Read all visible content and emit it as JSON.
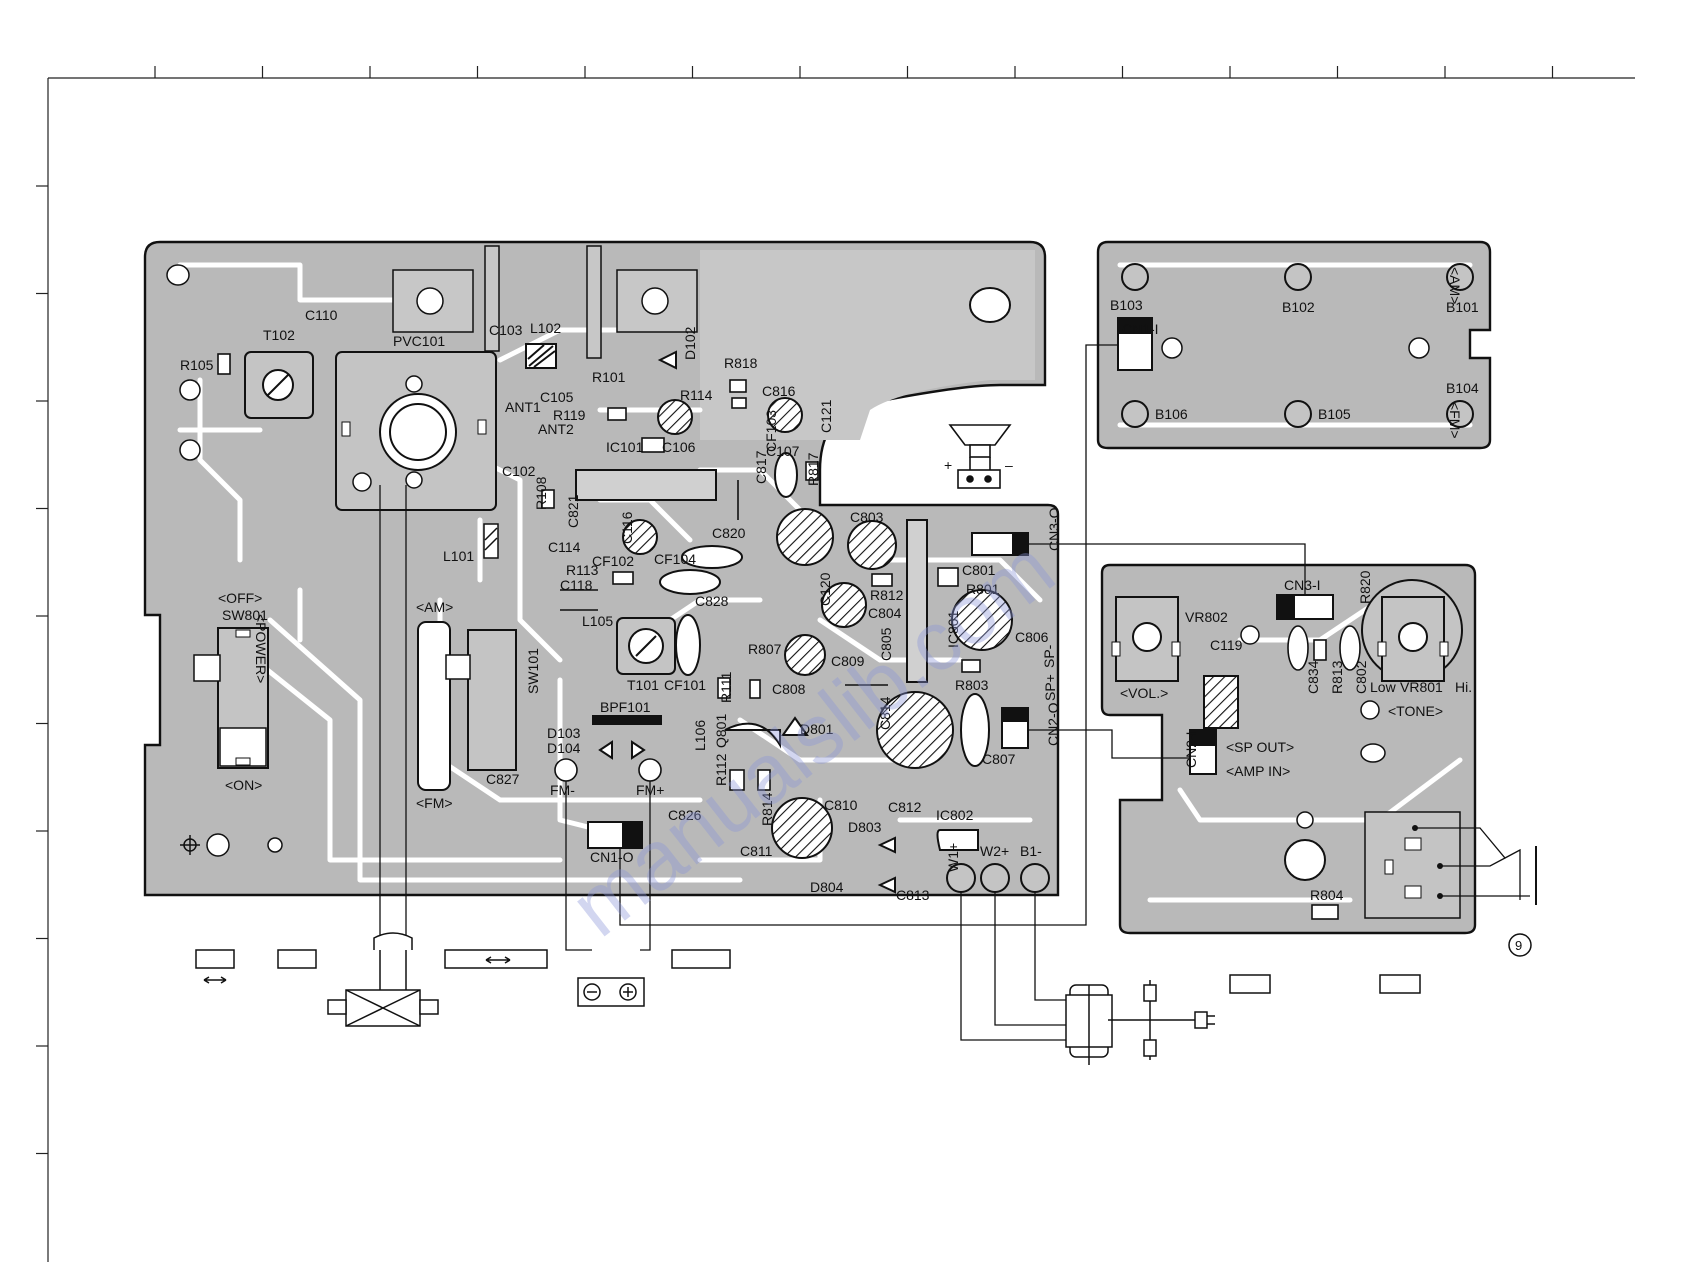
{
  "pcb_main": {
    "labels": {
      "c110": "C110",
      "t102": "T102",
      "r105": "R105",
      "pvc101": "PVC101",
      "c103": "C103",
      "l102": "L102",
      "d102": "D102",
      "r818": "R818",
      "r101": "R101",
      "r114": "R114",
      "c816": "C816",
      "c105": "C105",
      "ant1": "ANT1",
      "r119": "R119",
      "ant2": "ANT2",
      "c106": "C106",
      "cf103": "CF103",
      "c121": "C121",
      "ic101": "IC101",
      "c107": "C107",
      "c102": "C102",
      "c817": "C817",
      "r817": "R817",
      "r108": "R108",
      "c821": "C821",
      "c114": "C114",
      "c116": "C116",
      "c820": "C820",
      "c803": "C803",
      "l101": "L101",
      "r113": "R113",
      "cf102": "CF102",
      "cf104": "CF104",
      "c118": "C118",
      "r812": "R812",
      "c801": "C801",
      "c120": "C120",
      "c804": "C804",
      "r801": "R801",
      "c828": "C828",
      "l105": "L105",
      "ic801": "IC801",
      "c806": "C806",
      "r807": "R807",
      "c809": "C809",
      "c805": "C805",
      "t101": "T101",
      "cf101": "CF101",
      "r803": "R803",
      "r111": "R111",
      "c808": "C808",
      "bpf101": "BPF101",
      "c814": "C814",
      "d801": "D801",
      "q801": "Q801",
      "l106": "L106",
      "d103": "D103",
      "d104": "D104",
      "c807": "C807",
      "c827": "C827",
      "fm_minus": "FM-",
      "fm_plus": "FM+",
      "r112": "R112",
      "c826": "C826",
      "r814": "R814",
      "c810": "C810",
      "c812": "C812",
      "ic802": "IC802",
      "d803": "D803",
      "c811": "C811",
      "cn1_o": "CN1-O",
      "w2_plus": "W2+",
      "b1_minus": "B1-",
      "w1_plus": "W1+",
      "d804": "D804",
      "c813": "C813",
      "cn3_o": "CN3-O",
      "cn2_o": "CN2-O",
      "sp_plus": "SP+",
      "sp_minus": "SP-",
      "sw801": "SW801",
      "sw101": "SW101",
      "off": "<OFF>",
      "on": "<ON>",
      "power": "<POWER>",
      "am": "<AM>",
      "fm": "<FM>",
      "plus": "+",
      "minus": "–"
    }
  },
  "pcb_band": {
    "labels": {
      "b103": "B103",
      "b102": "B102",
      "b101": "B101",
      "cn1_i": "CN1-I",
      "b104": "B104",
      "b106": "B106",
      "b105": "B105",
      "am": "<AM>",
      "fm": "<FM>"
    }
  },
  "pcb_audio": {
    "labels": {
      "cn3_i": "CN3-I",
      "r820": "R820",
      "vr802": "VR802",
      "c119": "C119",
      "vol": "<VOL.>",
      "c834": "C834",
      "r813": "R813",
      "c802": "C802",
      "low": "Low",
      "vr801": "VR801",
      "hi": "Hi.",
      "tone": "<TONE>",
      "cn2_i": "CN2-I",
      "sp_out": "<SP OUT>",
      "amp_in": "<AMP IN>",
      "r804": "R804"
    }
  },
  "watermark": "manualslib.com",
  "icons": [
    "speaker-icon",
    "earphone-jack-icon",
    "ac-plug-icon",
    "transformer-icon",
    "battery-terminal-icon",
    "page-number-9-icon"
  ]
}
